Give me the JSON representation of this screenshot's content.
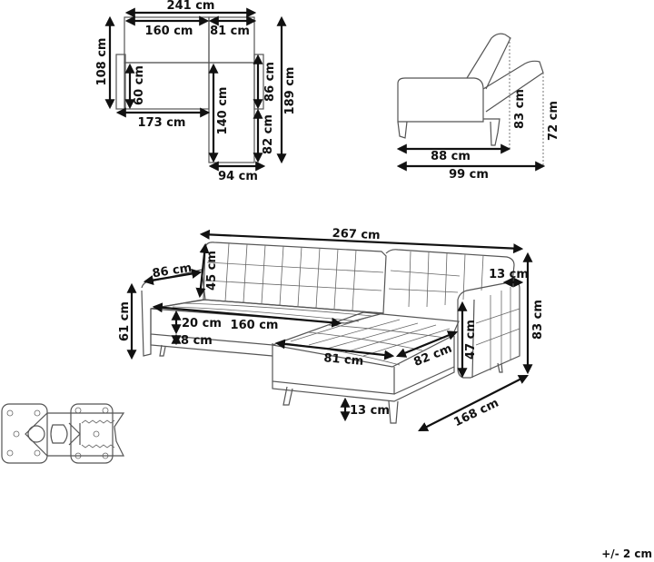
{
  "top_view": {
    "labels": {
      "total_width": "241 cm",
      "sofa_width": "160 cm",
      "chaise_width": "81 cm",
      "total_depth_left": "108 cm",
      "seat_depth": "60 cm",
      "base_length": "173 cm",
      "chaise_length": "140 cm",
      "armrest_length": "86 cm",
      "chaise_ext": "82 cm",
      "total_depth": "189 cm",
      "chaise_end_width": "94 cm"
    }
  },
  "side_view": {
    "labels": {
      "depth": "88 cm",
      "depth_reclined": "99 cm",
      "height_back": "83 cm",
      "height_reclined": "72 cm"
    }
  },
  "perspective_view": {
    "labels": {
      "total_length": "267 cm",
      "arm_depth": "86 cm",
      "back_height": "45 cm",
      "arm_height": "61 cm",
      "seat_thickness": "20 cm",
      "seat_width": "160 cm",
      "base_thickness": "8 cm",
      "chaise_width": "81 cm",
      "chaise_depth": "82 cm",
      "right_arm_height": "47 cm",
      "arm_width": "13 cm",
      "total_height": "83 cm",
      "total_depth": "168 cm",
      "leg_height": "13 cm"
    }
  },
  "footer": {
    "tolerance": "+/- 2 cm"
  }
}
